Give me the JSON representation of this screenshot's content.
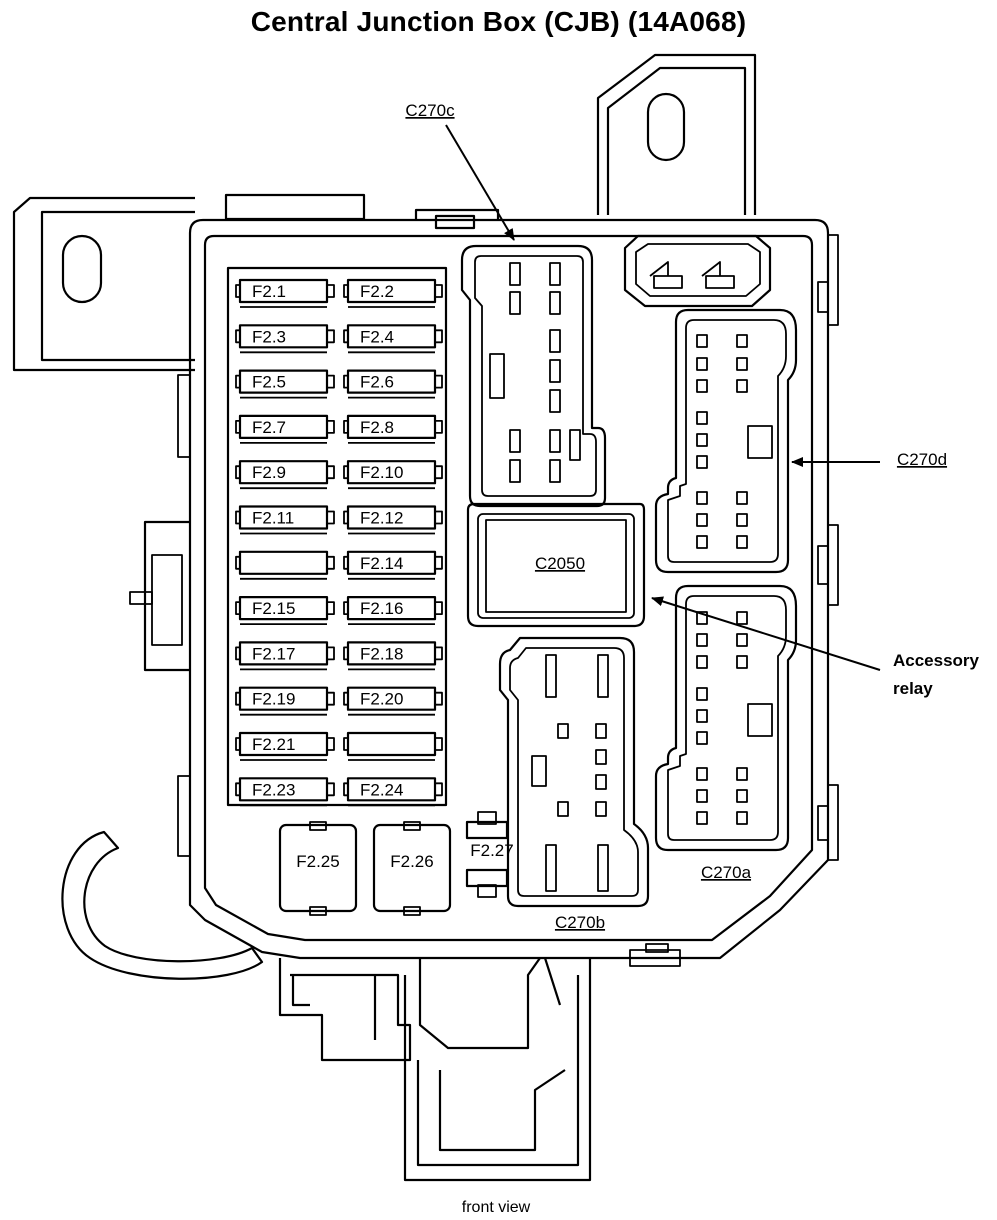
{
  "title": "Central Junction Box (CJB) (14A068)",
  "caption": "front view",
  "fuses": [
    {
      "id": "F2.1",
      "label": "F2.1"
    },
    {
      "id": "F2.2",
      "label": "F2.2"
    },
    {
      "id": "F2.3",
      "label": "F2.3"
    },
    {
      "id": "F2.4",
      "label": "F2.4"
    },
    {
      "id": "F2.5",
      "label": "F2.5"
    },
    {
      "id": "F2.6",
      "label": "F2.6"
    },
    {
      "id": "F2.7",
      "label": "F2.7"
    },
    {
      "id": "F2.8",
      "label": "F2.8"
    },
    {
      "id": "F2.9",
      "label": "F2.9"
    },
    {
      "id": "F2.10",
      "label": "F2.10"
    },
    {
      "id": "F2.11",
      "label": "F2.11"
    },
    {
      "id": "F2.12",
      "label": "F2.12"
    },
    {
      "id": "F2.13",
      "label": ""
    },
    {
      "id": "F2.14",
      "label": "F2.14"
    },
    {
      "id": "F2.15",
      "label": "F2.15"
    },
    {
      "id": "F2.16",
      "label": "F2.16"
    },
    {
      "id": "F2.17",
      "label": "F2.17"
    },
    {
      "id": "F2.18",
      "label": "F2.18"
    },
    {
      "id": "F2.19",
      "label": "F2.19"
    },
    {
      "id": "F2.20",
      "label": "F2.20"
    },
    {
      "id": "F2.21",
      "label": "F2.21"
    },
    {
      "id": "F2.22",
      "label": ""
    },
    {
      "id": "F2.23",
      "label": "F2.23"
    },
    {
      "id": "F2.24",
      "label": "F2.24"
    }
  ],
  "maxi_fuses": [
    {
      "id": "F2.25",
      "label": "F2.25"
    },
    {
      "id": "F2.26",
      "label": "F2.26"
    }
  ],
  "small_fuse": {
    "label": "F2.27"
  },
  "connectors": {
    "c270a": "C270a",
    "c270b": "C270b",
    "c270c": "C270c",
    "c270d": "C270d",
    "c2050": "C2050"
  },
  "accessory_relay": {
    "line1": "Accessory",
    "line2": "relay"
  }
}
